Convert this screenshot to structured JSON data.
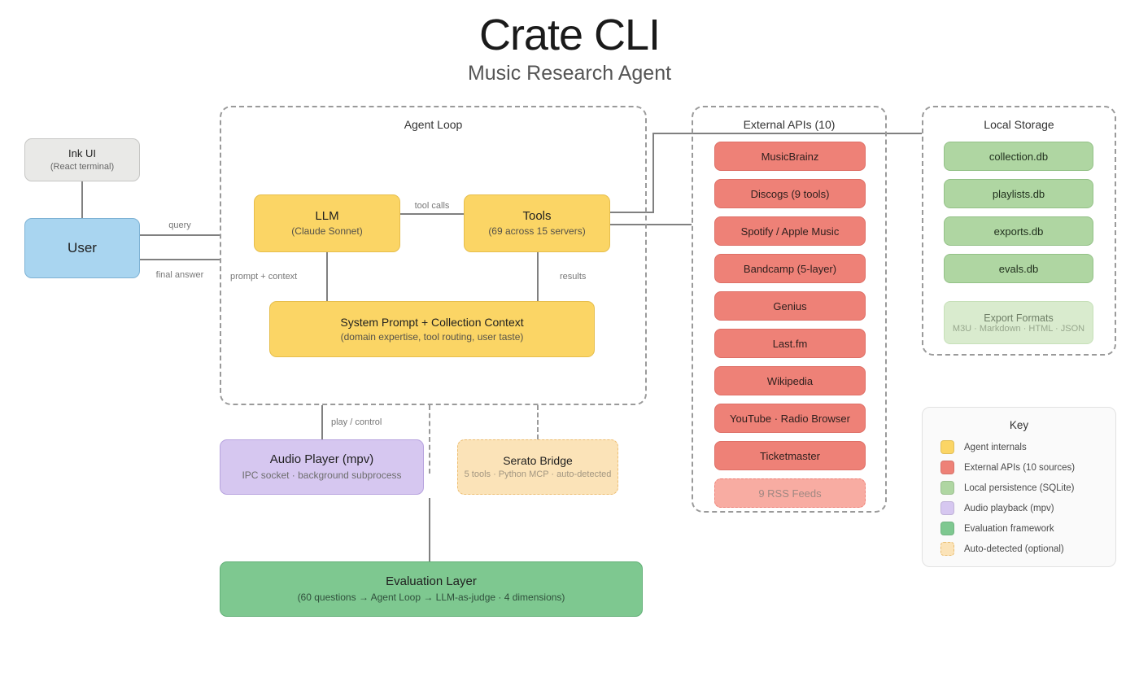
{
  "title": "Crate CLI",
  "subtitle": "Music Research Agent",
  "nodes": {
    "ink_ui": {
      "title": "Ink UI",
      "subtitle": "(React terminal)"
    },
    "user": {
      "title": "User"
    },
    "agent_loop": {
      "title": "Agent Loop"
    },
    "llm": {
      "title": "LLM",
      "subtitle": "(Claude Sonnet)"
    },
    "tools": {
      "title": "Tools",
      "subtitle": "(69 across 15 servers)"
    },
    "system_prompt": {
      "title": "System Prompt + Collection Context",
      "subtitle": "(domain expertise, tool routing, user taste)"
    },
    "audio_player": {
      "title": "Audio Player (mpv)",
      "subtitle": "IPC socket · background subprocess"
    },
    "serato_bridge": {
      "title": "Serato Bridge",
      "subtitle": "5 tools · Python MCP · auto-detected"
    },
    "evaluation": {
      "title": "Evaluation Layer",
      "subtitle": "(60 questions → Agent Loop → LLM-as-judge · 4 dimensions)"
    }
  },
  "edges": {
    "query": "query",
    "final_answer": "final answer",
    "tool_calls": "tool calls",
    "prompt_context": "prompt + context",
    "results": "results",
    "play_control": "play / control"
  },
  "external_apis": {
    "title": "External APIs (10)",
    "items": [
      "MusicBrainz",
      "Discogs (9 tools)",
      "Spotify / Apple Music",
      "Bandcamp (5-layer)",
      "Genius",
      "Last.fm",
      "Wikipedia",
      "YouTube · Radio Browser",
      "Ticketmaster"
    ],
    "optional_item": "9 RSS Feeds"
  },
  "local_storage": {
    "title": "Local Storage",
    "items": [
      "collection.db",
      "playlists.db",
      "exports.db",
      "evals.db"
    ],
    "export_formats": {
      "title": "Export Formats",
      "subtitle": "M3U · Markdown · HTML · JSON"
    }
  },
  "key": {
    "title": "Key",
    "items": [
      {
        "label": "Agent internals",
        "color": "#FBD565"
      },
      {
        "label": "External APIs (10 sources)",
        "color": "#EE8177"
      },
      {
        "label": "Local persistence (SQLite)",
        "color": "#AFD6A2"
      },
      {
        "label": "Audio playback (mpv)",
        "color": "#D6C7F0"
      },
      {
        "label": "Evaluation framework",
        "color": "#7EC890"
      },
      {
        "label": "Auto-detected (optional)",
        "color": "#FBE3B8"
      }
    ]
  },
  "colors": {
    "agent_internals": "#FBD565",
    "external_api": "#EE8177",
    "local_persistence": "#AFD6A2",
    "audio_playback": "#D6C7F0",
    "evaluation": "#7EC890",
    "auto_detected": "#FBE3B8",
    "user": "#A9D5F0",
    "ink_ui": "#E9E9E7",
    "edge": "#808080"
  }
}
